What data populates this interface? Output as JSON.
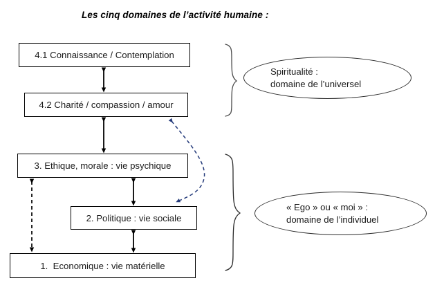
{
  "title": "Les cinq domaines de l’activité humaine :",
  "boxes": [
    {
      "id": "4.1",
      "label": "4.1 Connaissance / Contemplation"
    },
    {
      "id": "4.2",
      "label": "4.2 Charité / compassion / amour"
    },
    {
      "id": "3",
      "label": "3. Ethique, morale : vie psychique"
    },
    {
      "id": "2",
      "label": "2. Politique : vie sociale"
    },
    {
      "id": "1",
      "label": "1.  Economique : vie matérielle"
    }
  ],
  "groups": [
    {
      "id": "spiritualite",
      "line1": "Spiritualité :",
      "line2": "domaine de l’universel",
      "brace": "right-curly-brace",
      "members": [
        "4.1",
        "4.2"
      ]
    },
    {
      "id": "ego",
      "line1": "« Ego » ou « moi » :",
      "line2": "domaine de l’individuel",
      "brace": "right-curly-brace",
      "members": [
        "3",
        "2",
        "1"
      ]
    }
  ],
  "connectors": [
    {
      "id": "arrow-41-42",
      "from": "4.1",
      "to": "4.2",
      "style": "solid",
      "heads": "double",
      "color": "#000000"
    },
    {
      "id": "arrow-42-3",
      "from": "4.2",
      "to": "3",
      "style": "solid",
      "heads": "double",
      "color": "#000000"
    },
    {
      "id": "arrow-3-2",
      "from": "3",
      "to": "2",
      "style": "solid",
      "heads": "double",
      "color": "#000000"
    },
    {
      "id": "arrow-2-1",
      "from": "2",
      "to": "1",
      "style": "solid",
      "heads": "double",
      "color": "#000000"
    },
    {
      "id": "arrow-3-1-dashed",
      "from": "3",
      "to": "1",
      "style": "dashed",
      "heads": "double",
      "color": "#000000"
    },
    {
      "id": "arrow-2-42-curved",
      "from": "2",
      "to": "4.2",
      "style": "dashed",
      "heads": "double",
      "color": "#243a7a"
    }
  ],
  "colors": {
    "stroke": "#000000",
    "box_border": "#000000",
    "ellipse_border": "#2b2b2b",
    "curve_accent": "#243a7a",
    "background": "#ffffff",
    "text": "#1a1a1a"
  }
}
